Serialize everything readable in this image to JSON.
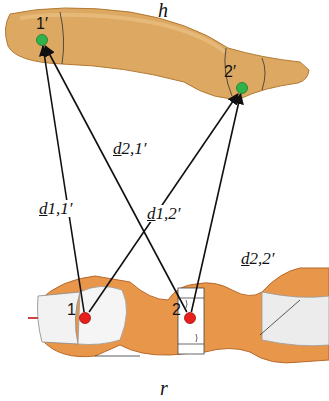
{
  "diagram": {
    "nodes": [
      {
        "text": [
          "1′"
        ]
      },
      {
        "text": [
          "2′"
        ]
      },
      {
        "text": [
          "1"
        ]
      },
      {
        "text": [
          "2"
        ]
      }
    ],
    "edges": [
      {
        "from": 2,
        "to": 0,
        "arrow": "to",
        "label": "d1,1′"
      },
      {
        "from": 3,
        "to": 0,
        "arrow": "to",
        "label": "d2,1′"
      },
      {
        "from": 2,
        "to": 1,
        "arrow": "to",
        "label": "d1,2′"
      },
      {
        "from": 3,
        "to": 1,
        "arrow": "to",
        "label": "d2,2′"
      }
    ],
    "labels": [
      "h",
      "r"
    ]
  }
}
